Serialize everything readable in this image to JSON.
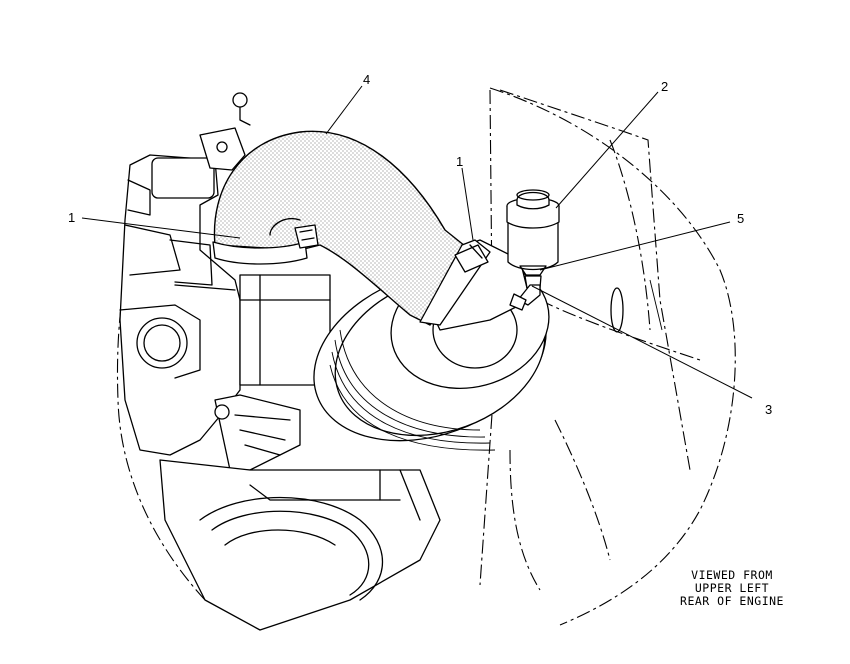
{
  "diagram": {
    "callouts": [
      {
        "id": "callout-1-left",
        "label": "1"
      },
      {
        "id": "callout-1-right",
        "label": "1"
      },
      {
        "id": "callout-2",
        "label": "2"
      },
      {
        "id": "callout-3",
        "label": "3"
      },
      {
        "id": "callout-4",
        "label": "4"
      },
      {
        "id": "callout-5",
        "label": "5"
      }
    ],
    "view_caption": [
      "VIEWED FROM",
      "UPPER LEFT",
      "REAR OF ENGINE"
    ]
  }
}
